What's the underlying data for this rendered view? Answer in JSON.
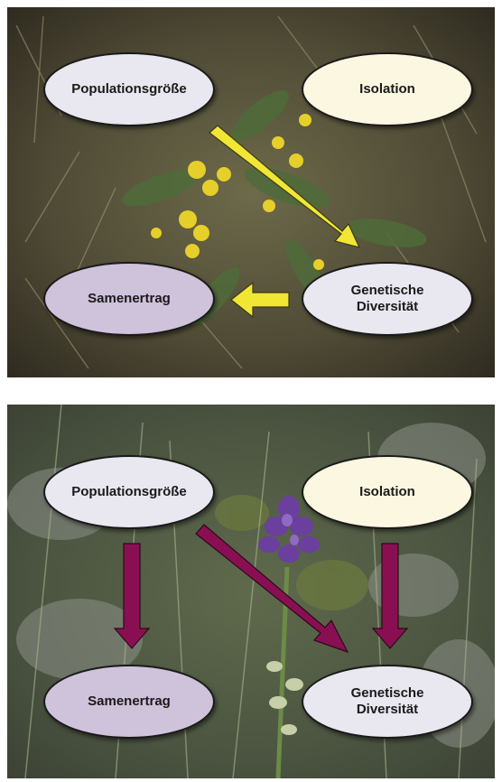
{
  "panels": [
    {
      "nodes": {
        "population": "Populationsgröße",
        "isolation": "Isolation",
        "seed": "Samenertrag",
        "diversity": "Genetische\nDiversität"
      },
      "arrow_color": "#f2e634",
      "arrows": [
        "population → diversity",
        "diversity → seed"
      ]
    },
    {
      "nodes": {
        "population": "Populationsgröße",
        "isolation": "Isolation",
        "seed": "Samenertrag",
        "diversity": "Genetische\nDiversität"
      },
      "arrow_color": "#8a0f52",
      "arrows": [
        "population → seed",
        "population → diversity",
        "isolation → diversity"
      ]
    }
  ],
  "colors": {
    "node_population": "#e9e7f0",
    "node_isolation": "#fbf7e1",
    "node_seed": "#cfc2db",
    "node_diversity": "#e9e7f0"
  }
}
